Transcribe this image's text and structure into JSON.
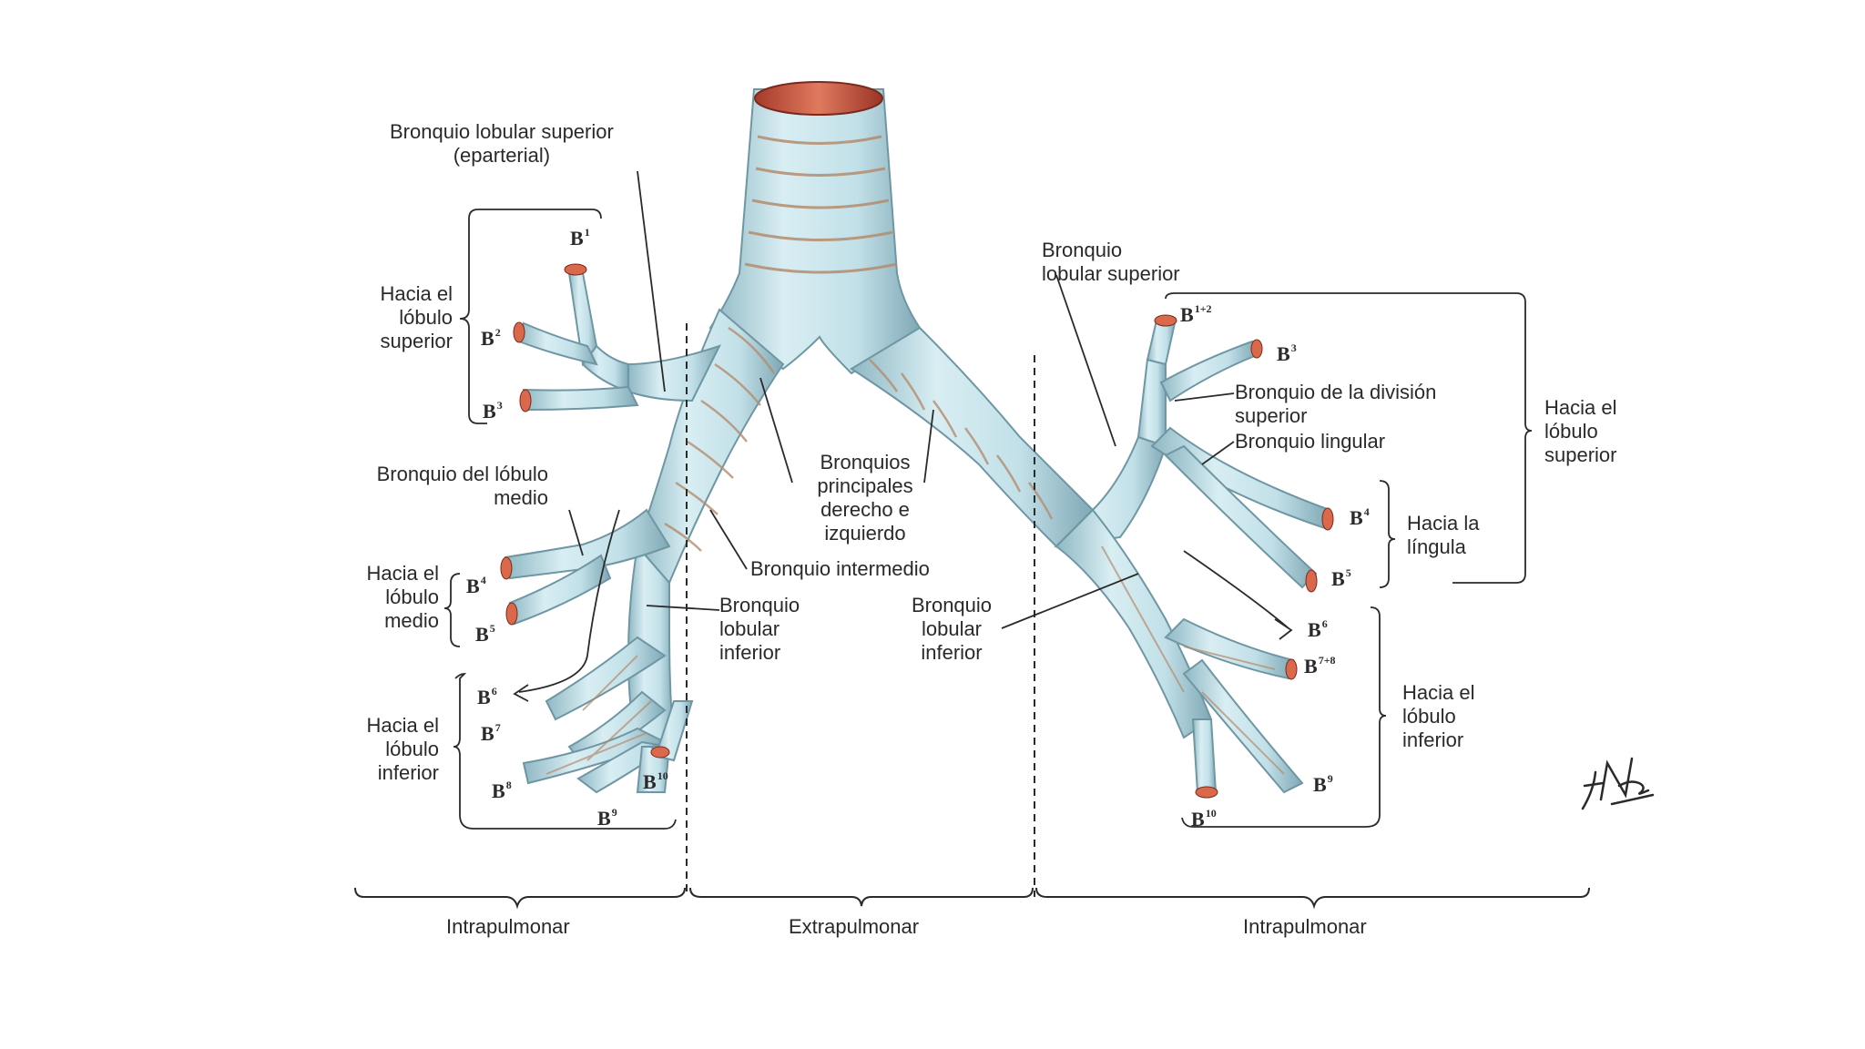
{
  "labels": {
    "upper_lobar_right": [
      "Bronquio lobular superior",
      "(eparterial)"
    ],
    "toward_upper_right": [
      "Hacia el",
      "lóbulo",
      "superior"
    ],
    "middle_lobe_bronchus": [
      "Bronquio del lóbulo",
      "medio"
    ],
    "toward_middle": [
      "Hacia el",
      "lóbulo",
      "medio"
    ],
    "toward_lower_right": [
      "Hacia el",
      "lóbulo",
      "inferior"
    ],
    "main_bronchi": [
      "Bronquios",
      "principales",
      "derecho e",
      "izquierdo"
    ],
    "intermediate": [
      "Bronquio intermedio"
    ],
    "lower_lobar_right": [
      "Bronquio",
      "lobular",
      "inferior"
    ],
    "lower_lobar_left": [
      "Bronquio",
      "lobular",
      "inferior"
    ],
    "upper_lobar_left": [
      "Bronquio",
      "lobular superior"
    ],
    "superior_division": [
      "Bronquio de la división",
      "superior"
    ],
    "lingular": [
      "Bronquio lingular"
    ],
    "toward_upper_left": [
      "Hacia el",
      "lóbulo",
      "superior"
    ],
    "toward_lingula": [
      "Hacia la",
      "língula"
    ],
    "toward_lower_left": [
      "Hacia el",
      "lóbulo",
      "inferior"
    ]
  },
  "segments_right": [
    {
      "base": "B",
      "sup": "1"
    },
    {
      "base": "B",
      "sup": "2"
    },
    {
      "base": "B",
      "sup": "3"
    },
    {
      "base": "B",
      "sup": "4"
    },
    {
      "base": "B",
      "sup": "5"
    },
    {
      "base": "B",
      "sup": "6"
    },
    {
      "base": "B",
      "sup": "7"
    },
    {
      "base": "B",
      "sup": "8"
    },
    {
      "base": "B",
      "sup": "9"
    },
    {
      "base": "B",
      "sup": "10"
    }
  ],
  "segments_left": [
    {
      "base": "B",
      "sup": "1+2"
    },
    {
      "base": "B",
      "sup": "3"
    },
    {
      "base": "B",
      "sup": "4"
    },
    {
      "base": "B",
      "sup": "5"
    },
    {
      "base": "B",
      "sup": "6"
    },
    {
      "base": "B",
      "sup": "7+8"
    },
    {
      "base": "B",
      "sup": "9"
    },
    {
      "base": "B",
      "sup": "10"
    }
  ],
  "regions": {
    "left": "Intrapulmonar",
    "center": "Extrapulmonar",
    "right": "Intrapulmonar"
  },
  "colors": {
    "bronchus_fill": "#cfe8ee",
    "bronchus_shade": "#8fb8c4",
    "ring_lines": "#b58c6e",
    "cut_ends": "#d9694a",
    "trachea_top": "#c0513a",
    "text": "#2a2a2a"
  }
}
